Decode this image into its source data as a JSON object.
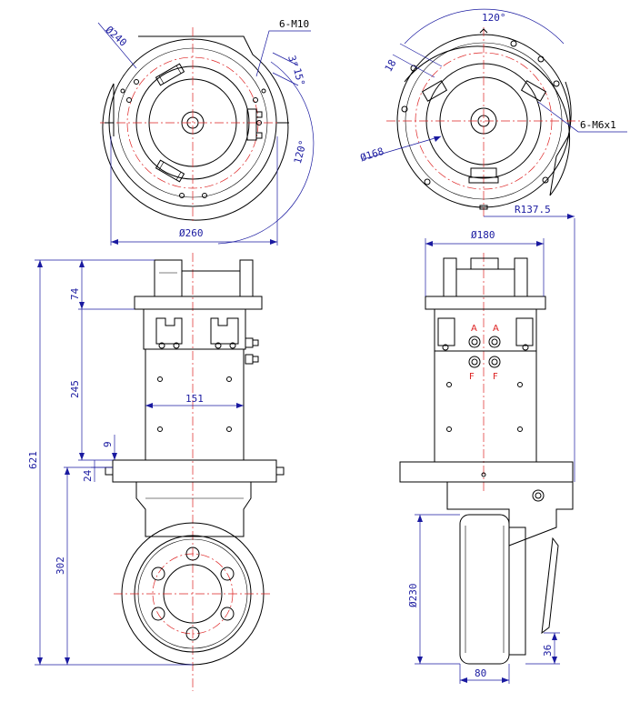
{
  "dimensions": {
    "d240": "Ø240",
    "m10": "6-M10",
    "a3": "3°",
    "a15": "15°",
    "a120_right": "120°",
    "d260": "Ø260",
    "a120_top": "120°",
    "d18": "18",
    "m6": "6-M6x1",
    "d168": "Ø168",
    "r137": "R137.5",
    "d180": "Ø180",
    "h74": "74",
    "h245": "245",
    "w151": "151",
    "h9": "9",
    "h24": "24",
    "h621": "621",
    "h302": "302",
    "d230": "Ø230",
    "h36": "36",
    "w80": "80"
  },
  "ports": {
    "a_left": "A",
    "a_right": "A",
    "f_left": "F",
    "f_right": "F"
  },
  "colors": {
    "dimension": "#1a1aa0",
    "centerline": "#d22222",
    "outline": "#000000"
  }
}
